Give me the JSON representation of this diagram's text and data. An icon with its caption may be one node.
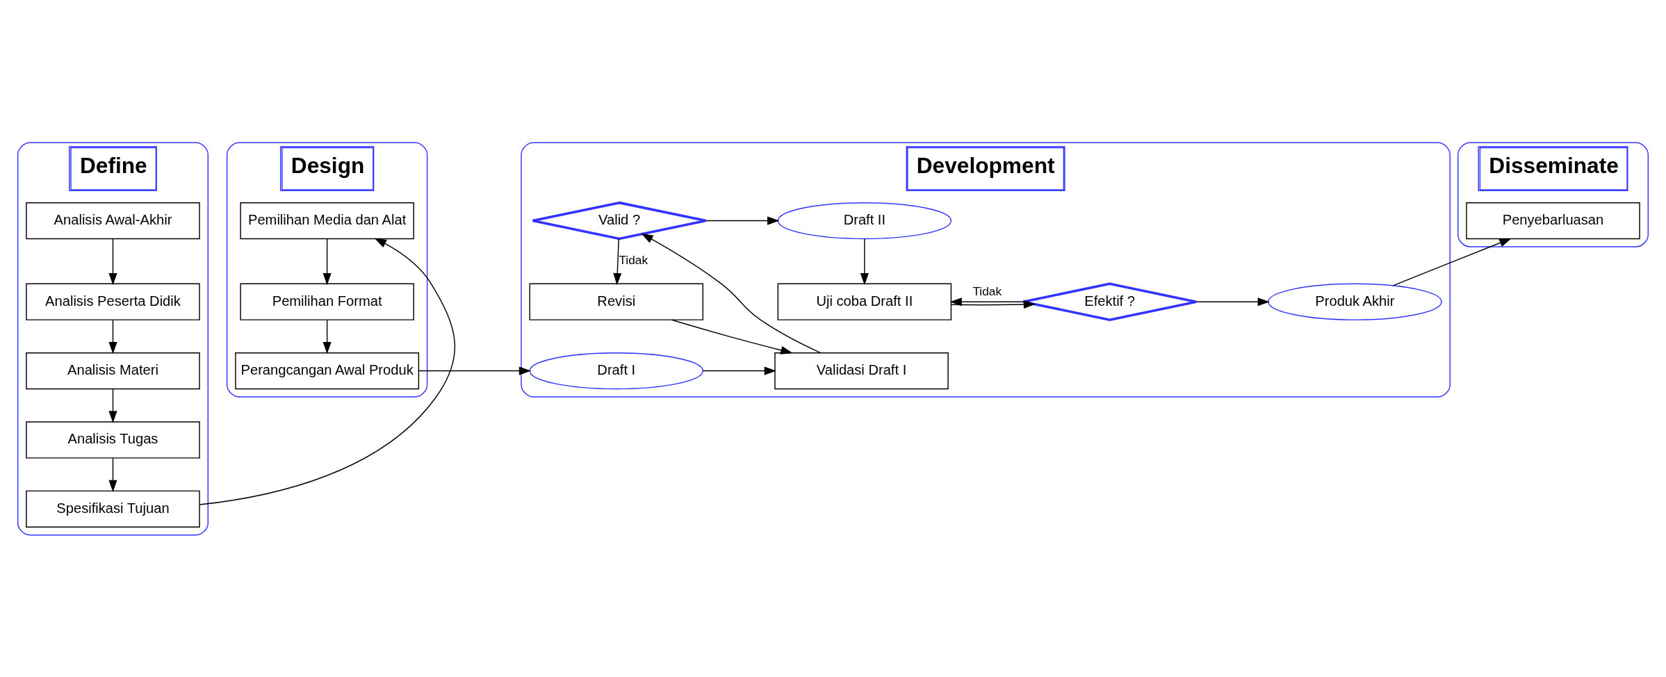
{
  "diagram": {
    "nodes": [
      {
        "text": [
          "Define"
        ]
      },
      {
        "text": [
          "Analisis Awal-Akhir"
        ],
        "in": 0
      },
      {
        "text": [
          "Analisis Peserta Didik"
        ],
        "in": 0
      },
      {
        "text": [
          "Analisis Materi"
        ],
        "in": 0
      },
      {
        "text": [
          "Analisis Tugas"
        ],
        "in": 0
      },
      {
        "text": [
          "Spesifikasi Tujuan"
        ],
        "in": 0
      },
      {
        "text": [
          "Design"
        ]
      },
      {
        "text": [
          "Pemilihan Media dan Alat"
        ],
        "in": 6
      },
      {
        "text": [
          "Pemilihan Format"
        ],
        "in": 6
      },
      {
        "text": [
          "Perangcangan Awal Produk"
        ],
        "in": 6
      },
      {
        "text": [
          "Development"
        ]
      },
      {
        "text": [
          "Uji coba Draft II"
        ],
        "in": 10
      },
      {
        "text": [
          "Efektif ?"
        ],
        "in": 10
      },
      {
        "text": [
          "Produk Akhir"
        ],
        "in": 10
      },
      {
        "text": [
          "Draft II"
        ],
        "in": 10
      },
      {
        "text": [
          "Valid ?"
        ],
        "in": 10
      },
      {
        "text": [
          "Revisi"
        ],
        "in": 10
      },
      {
        "text": [
          "Draft I"
        ],
        "in": 10
      },
      {
        "text": [
          "Validasi Draft I"
        ],
        "in": 10
      },
      {
        "text": [
          "Disseminate"
        ]
      },
      {
        "text": [
          "Penyebarluasan"
        ],
        "in": 19
      }
    ],
    "edges": [
      {
        "from": 1,
        "to": 2,
        "arrow": "to"
      },
      {
        "from": 2,
        "to": 3,
        "arrow": "to"
      },
      {
        "from": 3,
        "to": 4,
        "arrow": "to"
      },
      {
        "from": 4,
        "to": 5,
        "arrow": "to"
      },
      {
        "from": 5,
        "to": 7,
        "arrow": "to"
      },
      {
        "from": 7,
        "to": 8,
        "arrow": "to"
      },
      {
        "from": 8,
        "to": 9,
        "arrow": "to"
      },
      {
        "from": 9,
        "to": 17,
        "arrow": "to"
      },
      {
        "from": 17,
        "to": 18,
        "arrow": "to"
      },
      {
        "from": 18,
        "to": 15,
        "arrow": "to"
      },
      {
        "from": 15,
        "to": 14,
        "arrow": "to"
      },
      {
        "from": 15,
        "to": 16,
        "arrow": "to",
        "label": "Tidak"
      },
      {
        "from": 16,
        "to": 18,
        "arrow": "to"
      },
      {
        "from": 14,
        "to": 11,
        "arrow": "to"
      },
      {
        "from": 11,
        "to": 12,
        "arrow": "to"
      },
      {
        "from": 12,
        "to": 11,
        "arrow": "to",
        "label": "Tidak"
      },
      {
        "from": 12,
        "to": 13,
        "arrow": "to"
      },
      {
        "from": 13,
        "to": 20,
        "arrow": "to"
      }
    ]
  }
}
